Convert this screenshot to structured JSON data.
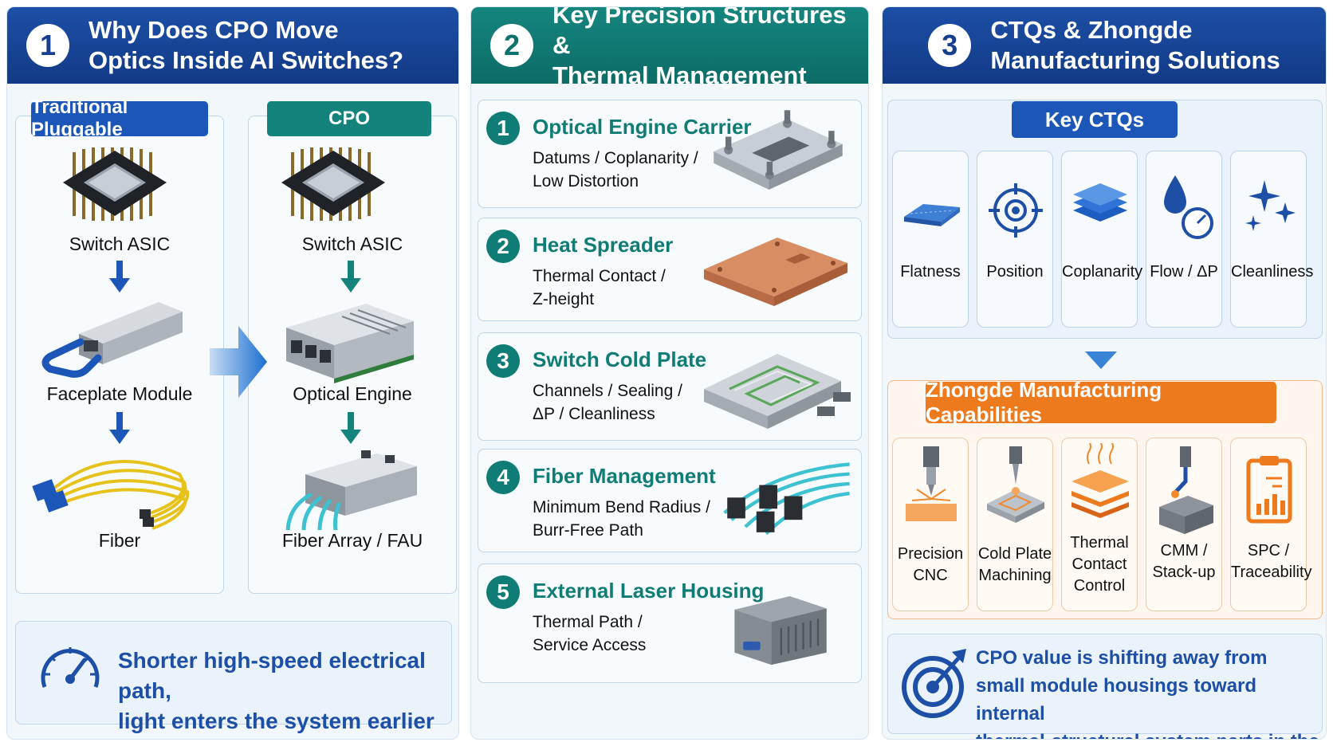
{
  "panel1": {
    "number": "1",
    "title_line1": "Why Does CPO Move",
    "title_line2": "Optics Inside AI Switches?",
    "traditional": {
      "tag": "Traditional Pluggable",
      "items": [
        "Switch ASIC",
        "Faceplate Module",
        "Fiber"
      ]
    },
    "cpo": {
      "tag": "CPO",
      "items": [
        "Switch ASIC",
        "Optical Engine",
        "Fiber Array / FAU"
      ]
    },
    "note_line1": "Shorter high-speed electrical path,",
    "note_line2": "light enters the system earlier"
  },
  "panel2": {
    "number": "2",
    "title_line1": "Key Precision Structures &",
    "title_line2": "Thermal Management",
    "cards": [
      {
        "num": "1",
        "title": "Optical Engine Carrier",
        "desc1": "Datums / Coplanarity /",
        "desc2": "Low Distortion"
      },
      {
        "num": "2",
        "title": "Heat Spreader",
        "desc1": "Thermal Contact /",
        "desc2": "Z-height"
      },
      {
        "num": "3",
        "title": "Switch Cold Plate",
        "desc1": "Channels / Sealing /",
        "desc2": "ΔP / Cleanliness"
      },
      {
        "num": "4",
        "title": "Fiber Management",
        "desc1": "Minimum Bend Radius /",
        "desc2": "Burr-Free Path"
      },
      {
        "num": "5",
        "title": "External Laser Housing",
        "desc1": "Thermal Path /",
        "desc2": "Service Access"
      }
    ]
  },
  "panel3": {
    "number": "3",
    "title_line1": "CTQs & Zhongde",
    "title_line2": "Manufacturing Solutions",
    "ctq_tag": "Key CTQs",
    "ctqs": [
      "Flatness",
      "Position",
      "Coplanarity",
      "Flow / ΔP",
      "Cleanliness"
    ],
    "mfg_tag": "Zhongde Manufacturing Capabilities",
    "mfg": [
      {
        "line1": "Precision",
        "line2": "CNC",
        "line3": ""
      },
      {
        "line1": "Cold Plate",
        "line2": "Machining",
        "line3": ""
      },
      {
        "line1": "Thermal",
        "line2": "Contact",
        "line3": "Control"
      },
      {
        "line1": "CMM /",
        "line2": "Stack-up",
        "line3": ""
      },
      {
        "line1": "SPC /",
        "line2": "Traceability",
        "line3": ""
      }
    ],
    "note_line1": "CPO value is shifting away from",
    "note_line2": "small module housings toward internal",
    "note_line3": "thermal-structural system parts in the switch."
  },
  "colors": {
    "navy": "#1d4fa6",
    "teal": "#0f7c76",
    "orange": "#ee7a1e",
    "blue_accent": "#1c56b8"
  }
}
